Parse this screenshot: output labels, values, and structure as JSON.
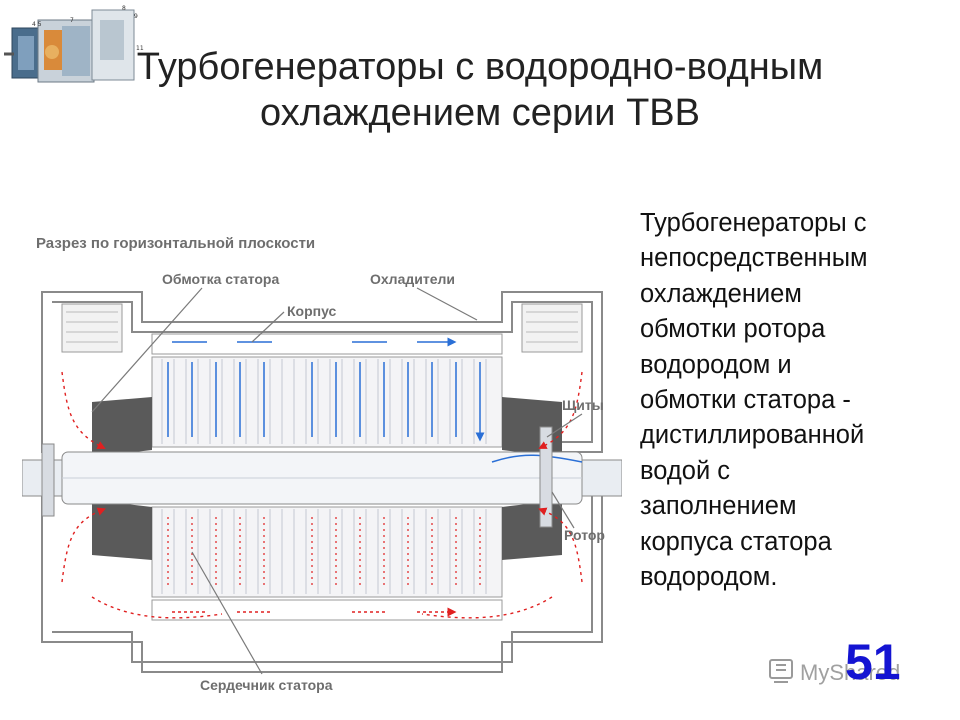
{
  "title": {
    "line1": "Турбогенераторы с водородно-водным",
    "line2": "охлаждением серии ТВВ"
  },
  "diagram": {
    "caption": "Разрез по горизонтальной плоскости",
    "labels": {
      "stator_winding": "Обмотка статора",
      "coolers": "Охладители",
      "housing": "Корпус",
      "shields": "Щиты",
      "rotor": "Ротор",
      "stator_core": "Сердечник статора"
    }
  },
  "description": [
    "Турбогенераторы с",
    "непосредственным",
    "охлаждением",
    "обмотки ротора",
    "водородом и",
    "обмотки статора -",
    "дистиллированной",
    "водой с",
    "заполнением",
    "корпуса статора",
    "водородом."
  ],
  "slide_number": "51",
  "watermark": "MyShared",
  "colors": {
    "slide_number": "#1414d2",
    "cooling_blue": "#2a6fd6",
    "hydrogen_red": "#e02020",
    "diagram_line": "#8a8a8a"
  }
}
